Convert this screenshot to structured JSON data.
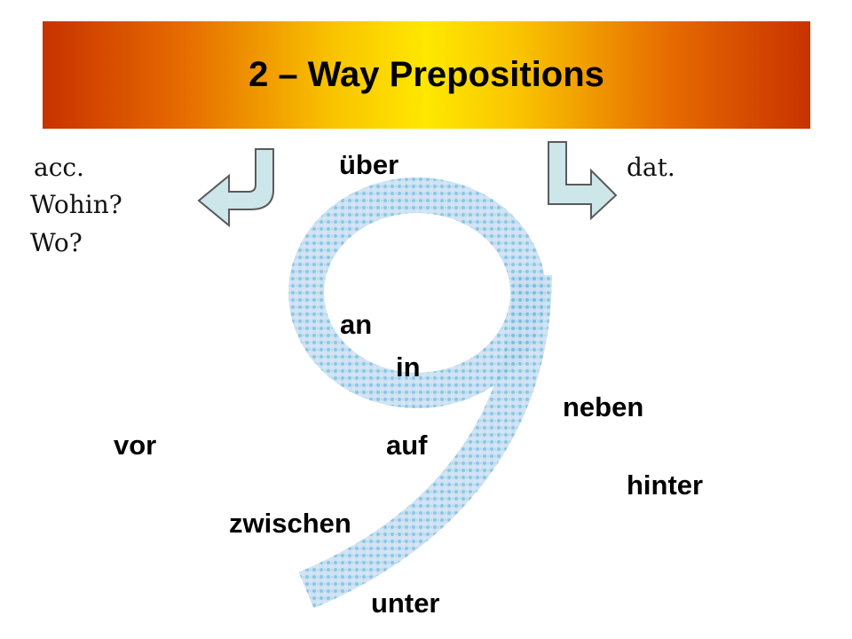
{
  "title": "2 – Way Prepositions",
  "labels": {
    "acc": "acc.",
    "dat": "dat.",
    "wohin": "Wohin?",
    "wo": "Wo?"
  },
  "prepositions": {
    "uber": "über",
    "an": "an",
    "in": "in",
    "neben": "neben",
    "vor": "vor",
    "auf": "auf",
    "hinter": "hinter",
    "zwischen": "zwischen",
    "unter": "unter"
  },
  "colors": {
    "arrow_fill": "#cce6ea",
    "nine_stroke": "#8fc8e6"
  },
  "icons": {
    "left": "curved-arrow-left-icon",
    "right": "curved-arrow-right-icon",
    "nine": "number-nine-graphic"
  }
}
